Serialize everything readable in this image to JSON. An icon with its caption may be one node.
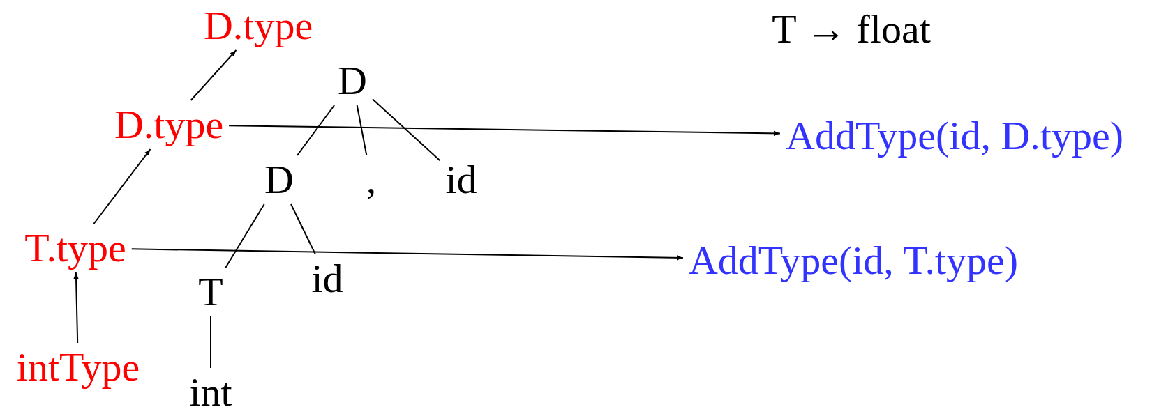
{
  "diagram": {
    "nodes": [
      {
        "text": [
          "D.type"
        ]
      },
      {
        "text": [
          "D"
        ]
      },
      {
        "text": [
          "D.type"
        ]
      },
      {
        "text": [
          "AddType(id, D.type)"
        ]
      },
      {
        "text": [
          "D"
        ]
      },
      {
        "text": [
          ","
        ]
      },
      {
        "text": [
          "id"
        ]
      },
      {
        "text": [
          "T.type"
        ]
      },
      {
        "text": [
          "AddType(id, T.type)"
        ]
      },
      {
        "text": [
          "T"
        ]
      },
      {
        "text": [
          "id"
        ]
      },
      {
        "text": [
          "intType"
        ]
      },
      {
        "text": [
          "int"
        ]
      }
    ],
    "edges": [
      {
        "from": 2,
        "to": 0,
        "arrow": "to"
      },
      {
        "from": 2,
        "to": 3,
        "arrow": "to"
      },
      {
        "from": 1,
        "to": 4,
        "arrow": "none"
      },
      {
        "from": 1,
        "to": 5,
        "arrow": "none"
      },
      {
        "from": 1,
        "to": 6,
        "arrow": "none"
      },
      {
        "from": 7,
        "to": 2,
        "arrow": "to"
      },
      {
        "from": 7,
        "to": 8,
        "arrow": "to"
      },
      {
        "from": 4,
        "to": 9,
        "arrow": "none"
      },
      {
        "from": 4,
        "to": 10,
        "arrow": "none"
      },
      {
        "from": 11,
        "to": 7,
        "arrow": "to"
      },
      {
        "from": 9,
        "to": 12,
        "arrow": "none"
      }
    ],
    "labels": [
      "T → float"
    ]
  }
}
